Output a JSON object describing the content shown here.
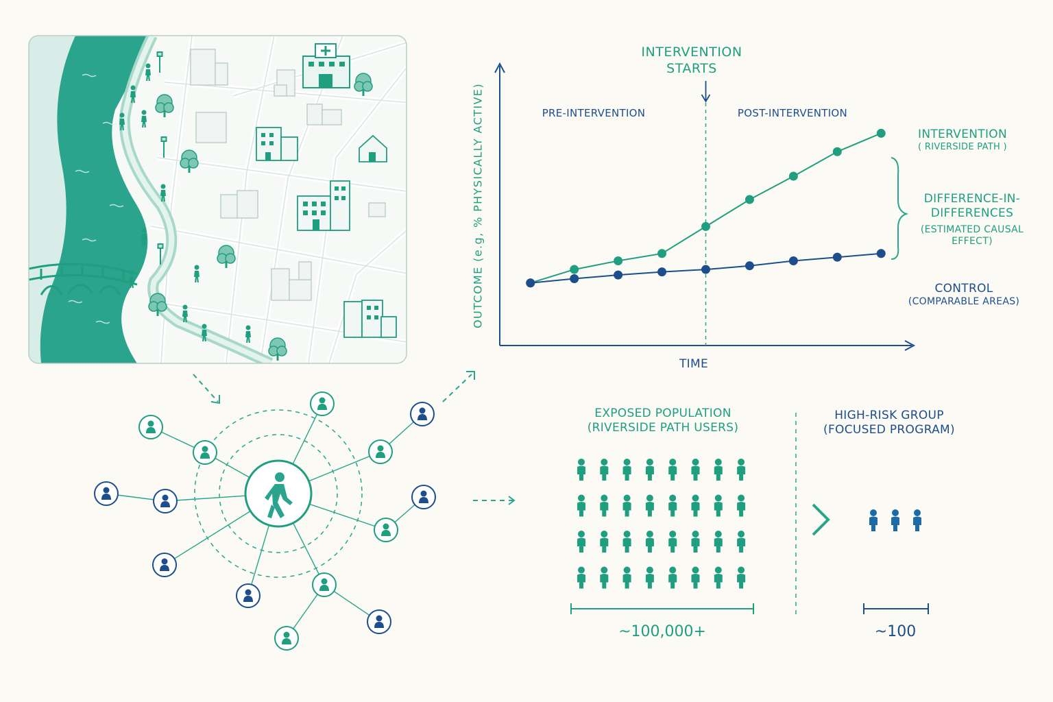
{
  "colors": {
    "teal": "#1f9e80",
    "teal_light": "#cfe9e2",
    "navy": "#1d4d8a",
    "map_bg": "#f5f8f6",
    "river": "#2aa48c",
    "background": "#fbfaf5"
  },
  "chart": {
    "title_line1": "INTERVENTION",
    "title_line2": "STARTS",
    "pre_label": "PRE-INTERVENTION",
    "post_label": "POST-INTERVENTION",
    "ylabel": "OUTCOME (e.g, % PHYSICALLY ACTIVE)",
    "xlabel": "TIME",
    "intervention_label": "INTERVENTION",
    "intervention_sub": "( RIVERSIDE PATH )",
    "did_line1": "DIFFERENCE-IN-",
    "did_line2": "DIFFERENCES",
    "did_sub1": "(ESTIMATED CAUSAL",
    "did_sub2": "EFFECT)",
    "control_label": "CONTROL",
    "control_sub": "(COMPARABLE AREAS)"
  },
  "chart_data": {
    "type": "line",
    "x": [
      1,
      2,
      3,
      4,
      5,
      6,
      7,
      8,
      9
    ],
    "intervention_start_x": 5,
    "series": [
      {
        "name": "INTERVENTION",
        "color": "#1f9e80",
        "values": [
          0.0,
          1.1,
          1.8,
          2.4,
          4.6,
          6.8,
          8.7,
          10.7,
          12.2
        ]
      },
      {
        "name": "CONTROL",
        "color": "#1d4d8a",
        "values": [
          0.0,
          0.35,
          0.65,
          0.9,
          1.1,
          1.4,
          1.8,
          2.1,
          2.4
        ]
      }
    ],
    "xlim": [
      0.3,
      9.7
    ],
    "ylim": [
      -5.1,
      17.7
    ],
    "title": "",
    "xlabel": "TIME",
    "ylabel": "OUTCOME (e.g, % PHYSICALLY ACTIVE)"
  },
  "population": {
    "exposed_line1": "EXPOSED POPULATION",
    "exposed_line2": "(RIVERSIDE PATH USERS)",
    "exposed_count": "~100,000+",
    "highrisk_line1": "HIGH-RISK GROUP",
    "highrisk_line2": "(FOCUSED PROGRAM)",
    "highrisk_count": "~100",
    "exposed_rows": 4,
    "exposed_cols": 8,
    "highrisk_people": 3
  },
  "icons": {
    "center": "walking-person-icon",
    "network_node": "person-icon",
    "hospital": "hospital-icon",
    "tree": "tree-icon",
    "building": "building-icon",
    "comparison": "chevron-right-icon"
  }
}
